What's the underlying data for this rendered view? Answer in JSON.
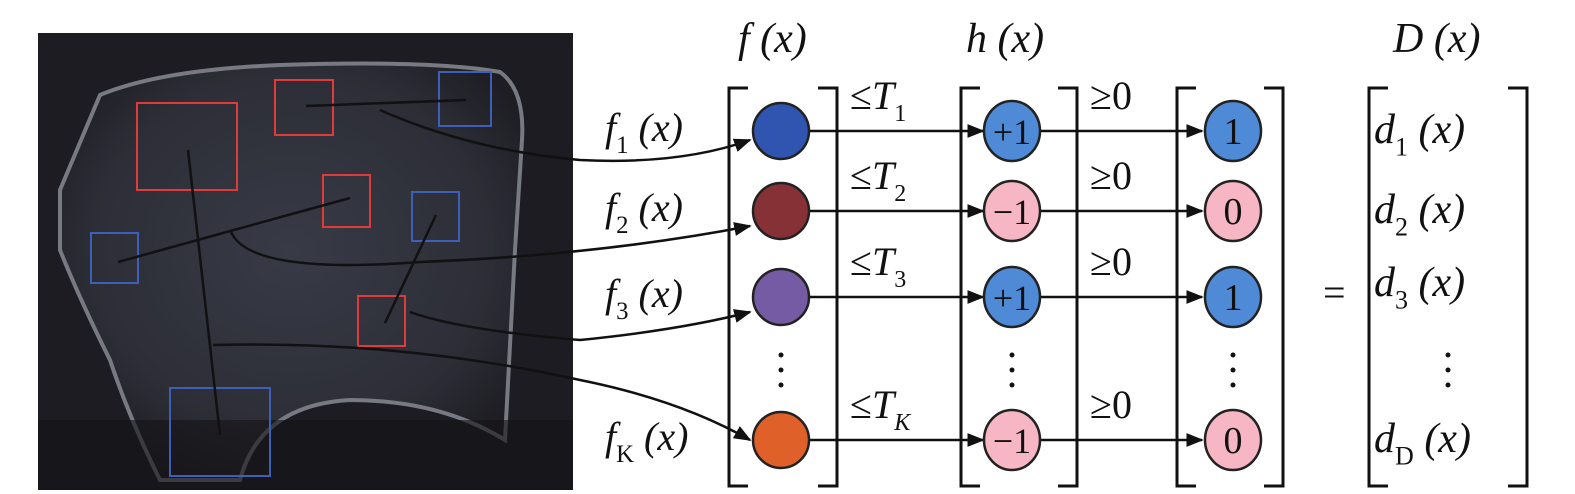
{
  "headers": {
    "f": "f (x)",
    "h": "h (x)",
    "D": "D (x)"
  },
  "rows": [
    {
      "f_label": "f",
      "f_sub": "1",
      "arg": " (x)",
      "color": "#2f55b0",
      "threshold": "≤T",
      "t_sub": "1",
      "h": "+1",
      "h_color": "#4f8ad6",
      "cmp": "≥0",
      "out": "1",
      "out_color": "#4f8ad6"
    },
    {
      "f_label": "f",
      "f_sub": "2",
      "arg": " (x)",
      "color": "#853136",
      "threshold": "≤T",
      "t_sub": "2",
      "h": "−1",
      "h_color": "#f6b6c3",
      "cmp": "≥0",
      "out": "0",
      "out_color": "#f6b6c3"
    },
    {
      "f_label": "f",
      "f_sub": "3",
      "arg": " (x)",
      "color": "#745ba3",
      "threshold": "≤T",
      "t_sub": "3",
      "h": "+1",
      "h_color": "#4f8ad6",
      "cmp": "≥0",
      "out": "1",
      "out_color": "#4f8ad6"
    },
    {
      "f_label": "f",
      "f_sub": "K",
      "arg": " (x)",
      "color": "#e0602a",
      "threshold": "≤T",
      "t_sub": "K",
      "h": "−1",
      "h_color": "#f6b6c3",
      "cmp": "≥0",
      "out": "0",
      "out_color": "#f6b6c3"
    }
  ],
  "equals": "=",
  "d_vector": [
    {
      "label": "d",
      "sub": "1",
      "arg": " (x)"
    },
    {
      "label": "d",
      "sub": "2",
      "arg": " (x)"
    },
    {
      "label": "d",
      "sub": "3",
      "arg": " (x)"
    },
    {
      "label": "d",
      "sub": "D",
      "arg": " (x)"
    }
  ],
  "colors": {
    "red_box": "#e03a3a",
    "blue_box": "#3d5fb8",
    "photo_bg": "#1d1c22"
  }
}
